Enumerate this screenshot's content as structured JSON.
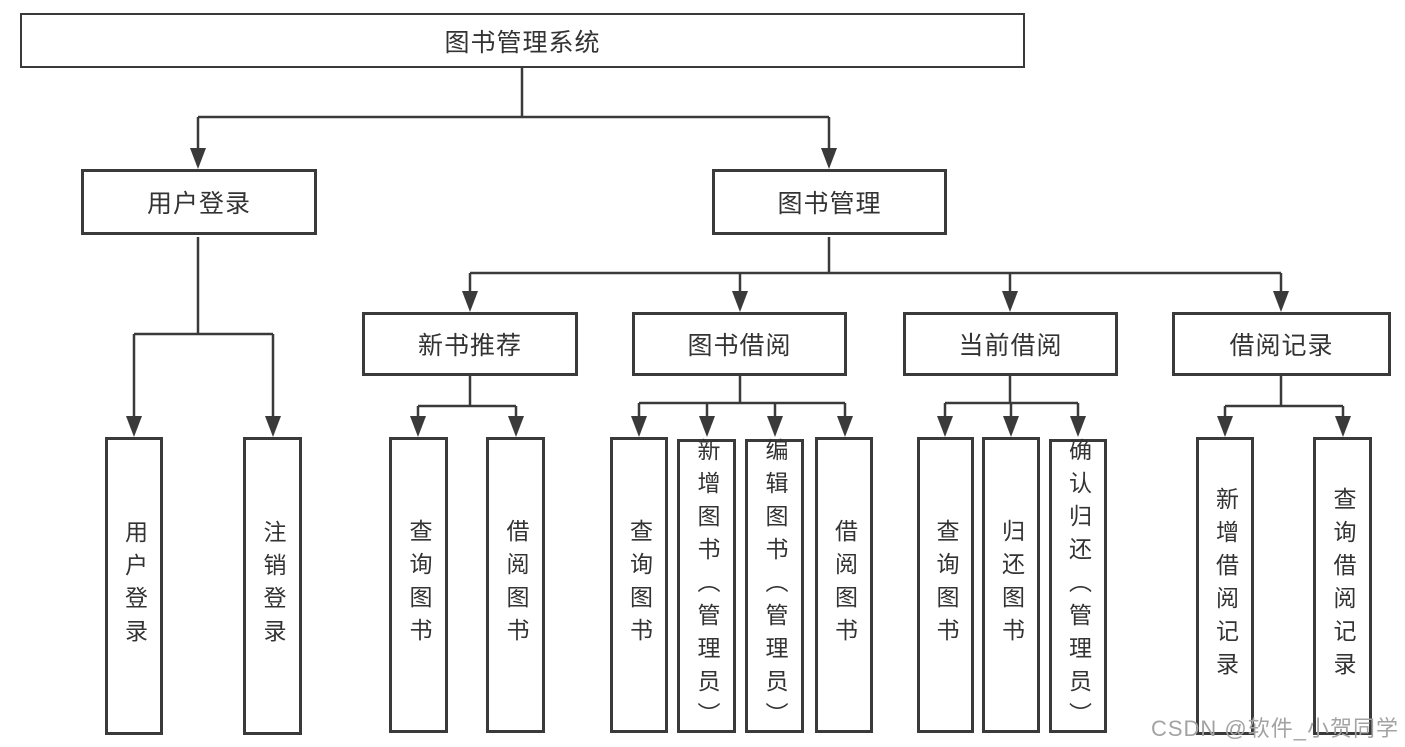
{
  "diagram": {
    "root": {
      "label": "图书管理系统"
    },
    "branches": [
      {
        "label": "用户登录",
        "leaves": [
          "用户登录",
          "注销登录"
        ]
      },
      {
        "label": "图书管理",
        "children": [
          {
            "label": "新书推荐",
            "leaves": [
              "查询图书",
              "借阅图书"
            ]
          },
          {
            "label": "图书借阅",
            "leaves": [
              "查询图书",
              "新增图书（管理员）",
              "编辑图书（管理员）",
              "借阅图书"
            ]
          },
          {
            "label": "当前借阅",
            "leaves": [
              "查询图书",
              "归还图书",
              "确认归还（管理员）"
            ]
          },
          {
            "label": "借阅记录",
            "leaves": [
              "新增借阅记录",
              "查询借阅记录"
            ]
          }
        ]
      }
    ]
  },
  "watermark": "CSDN @软件_小贺同学",
  "colors": {
    "line": "#3a3a3a",
    "text": "#333333",
    "watermark": "#a3a3a3",
    "background": "#ffffff"
  }
}
